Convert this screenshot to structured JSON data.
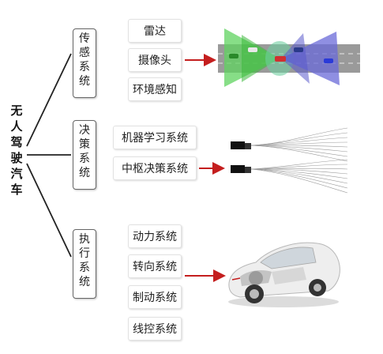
{
  "root": {
    "title": "无人驾驶汽车"
  },
  "categories": [
    {
      "label": "传感系统",
      "items": [
        "雷达",
        "摄像头",
        "环境感知"
      ]
    },
    {
      "label": "决策系统",
      "items": [
        "机器学习系统",
        "中枢决策系统"
      ]
    },
    {
      "label": "执行系统",
      "items": [
        "动力系统",
        "转向系统",
        "制动系统",
        "线控系统"
      ]
    }
  ],
  "colors": {
    "arrow": "#c41e1e",
    "radar_green": "#5fd35f",
    "radar_blue": "#6a6ad8",
    "road": "#8c8c8c"
  },
  "icons": [
    "highway-radar-illustration",
    "truck-trajectory-illustration",
    "car-cutaway-illustration"
  ]
}
